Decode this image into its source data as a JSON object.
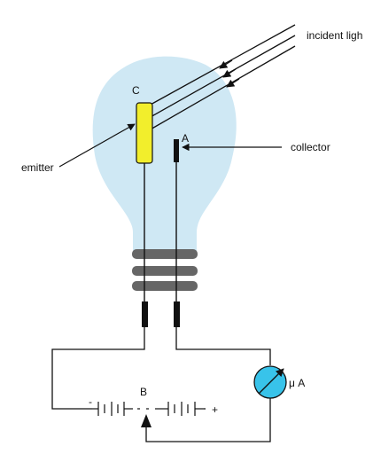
{
  "labels": {
    "incident_light": "incident ligh",
    "emitter_letter": "C",
    "collector_letter": "A",
    "collector": "collector",
    "emitter": "emitter",
    "battery_label": "B",
    "battery_minus": "-",
    "battery_plus": "+",
    "meter_unit": "μ A"
  },
  "colors": {
    "bulb_glass": "#cfe8f4",
    "emitter_fill": "#f2ee2c",
    "meter_fill": "#38c3ea",
    "base_bands": "#666666",
    "wire": "#111111"
  }
}
